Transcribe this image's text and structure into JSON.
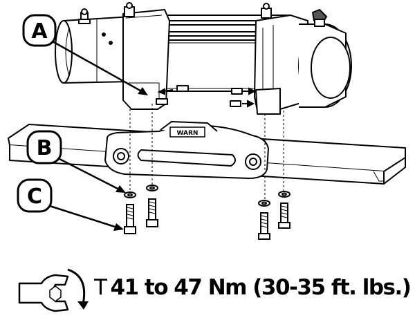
{
  "callouts": {
    "a": "A",
    "b": "B",
    "c": "C"
  },
  "fairlead": {
    "logo": "WARN"
  },
  "torque": {
    "symbol": "T",
    "value": "41 to 47 Nm (30-35 ft. lbs.)"
  },
  "icons": [
    "wrench-icon",
    "rotate-arrow-icon"
  ]
}
